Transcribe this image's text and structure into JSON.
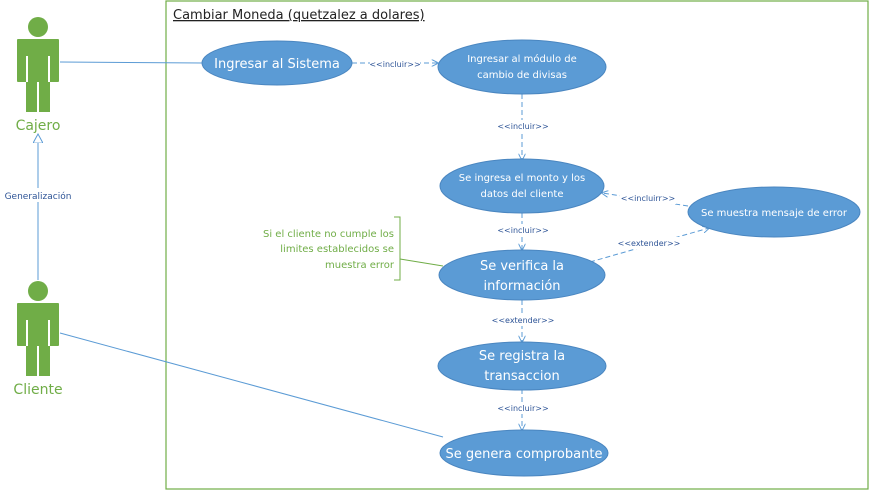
{
  "system": {
    "title": "Cambiar Moneda (quetzalez a dolares)"
  },
  "actors": {
    "cajero": {
      "name": "Cajero"
    },
    "cliente": {
      "name": "Cliente"
    }
  },
  "generalization_label": "Generalización",
  "use_cases": {
    "ingresar_sistema": {
      "lines": [
        "Ingresar al Sistema"
      ]
    },
    "modulo_cambio": {
      "lines": [
        "Ingresar al módulo de",
        "cambio de divisas"
      ]
    },
    "ingresa_monto": {
      "lines": [
        "Se ingresa el monto y los",
        "datos del cliente"
      ]
    },
    "mensaje_error": {
      "lines": [
        "Se muestra mensaje de error"
      ]
    },
    "verifica": {
      "lines": [
        "Se verifica la",
        "información"
      ]
    },
    "registra": {
      "lines": [
        "Se registra la",
        "transaccion"
      ]
    },
    "comprobante": {
      "lines": [
        "Se genera comprobante"
      ]
    }
  },
  "relations": {
    "incluir_1": "<<incluir>>",
    "incluir_2": "<<incluir>>",
    "incluirr": "<<incluirr>>",
    "incluir_3": "<<incluir>>",
    "extender_1": "<<extender>>",
    "extender_2": "<<extender>>",
    "incluir_4": "<<incluir>>"
  },
  "note": {
    "lines": [
      "Si el cliente no cumple los",
      "limites establecidos se",
      "muestra error"
    ]
  },
  "colors": {
    "usecase_fill": "#5b9bd5",
    "usecase_stroke": "#4a86c0",
    "actor": "#70ad47",
    "line": "#5b9bd5",
    "frame": "#70ad47",
    "label": "#2f5597",
    "note_text": "#70ad47"
  }
}
